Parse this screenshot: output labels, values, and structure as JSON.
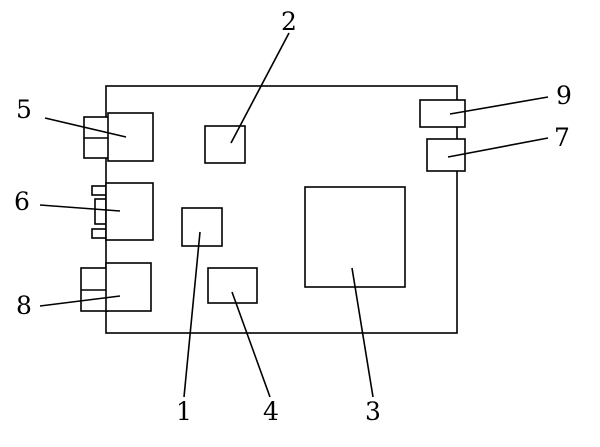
{
  "diagram": {
    "labels": {
      "part_1": "1",
      "part_2": "2",
      "part_3": "3",
      "part_4": "4",
      "part_5": "5",
      "part_6": "6",
      "part_7": "7",
      "part_8": "8",
      "part_9": "9"
    },
    "colors": {
      "line": "#000000",
      "background": "#ffffff"
    }
  }
}
